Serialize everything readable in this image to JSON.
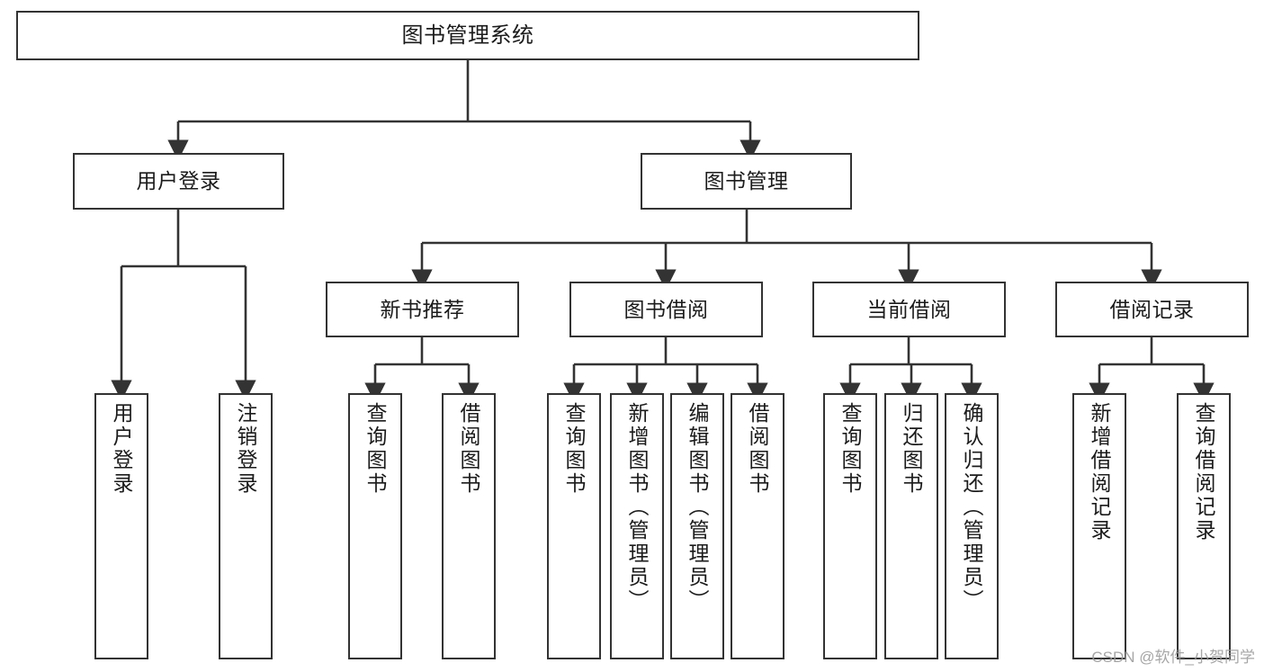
{
  "diagram": {
    "title": "图书管理系统",
    "watermark": "CSDN @软件_小贺同学",
    "colors": {
      "stroke": "#333333",
      "box_fill": "#ffffff",
      "text": "#1b1b1b",
      "watermark": "#9a9a9a",
      "background": "#ffffff"
    },
    "root": {
      "label": "图书管理系统"
    },
    "level2": [
      {
        "label": "用户登录"
      },
      {
        "label": "图书管理"
      }
    ],
    "level3": [
      {
        "label": "新书推荐"
      },
      {
        "label": "图书借阅"
      },
      {
        "label": "当前借阅"
      },
      {
        "label": "借阅记录"
      }
    ],
    "leaves": {
      "user_login": [
        {
          "label": "用户登录"
        },
        {
          "label": "注销登录"
        }
      ],
      "new_book_recommend": [
        {
          "label": "查询图书"
        },
        {
          "label": "借阅图书"
        }
      ],
      "book_borrow": [
        {
          "label": "查询图书"
        },
        {
          "label": "新增图书（管理员）"
        },
        {
          "label": "编辑图书（管理员）"
        },
        {
          "label": "借阅图书"
        }
      ],
      "current_borrow": [
        {
          "label": "查询图书"
        },
        {
          "label": "归还图书"
        },
        {
          "label": "确认归还（管理员）"
        }
      ],
      "borrow_record": [
        {
          "label": "新增借阅记录"
        },
        {
          "label": "查询借阅记录"
        }
      ]
    }
  }
}
